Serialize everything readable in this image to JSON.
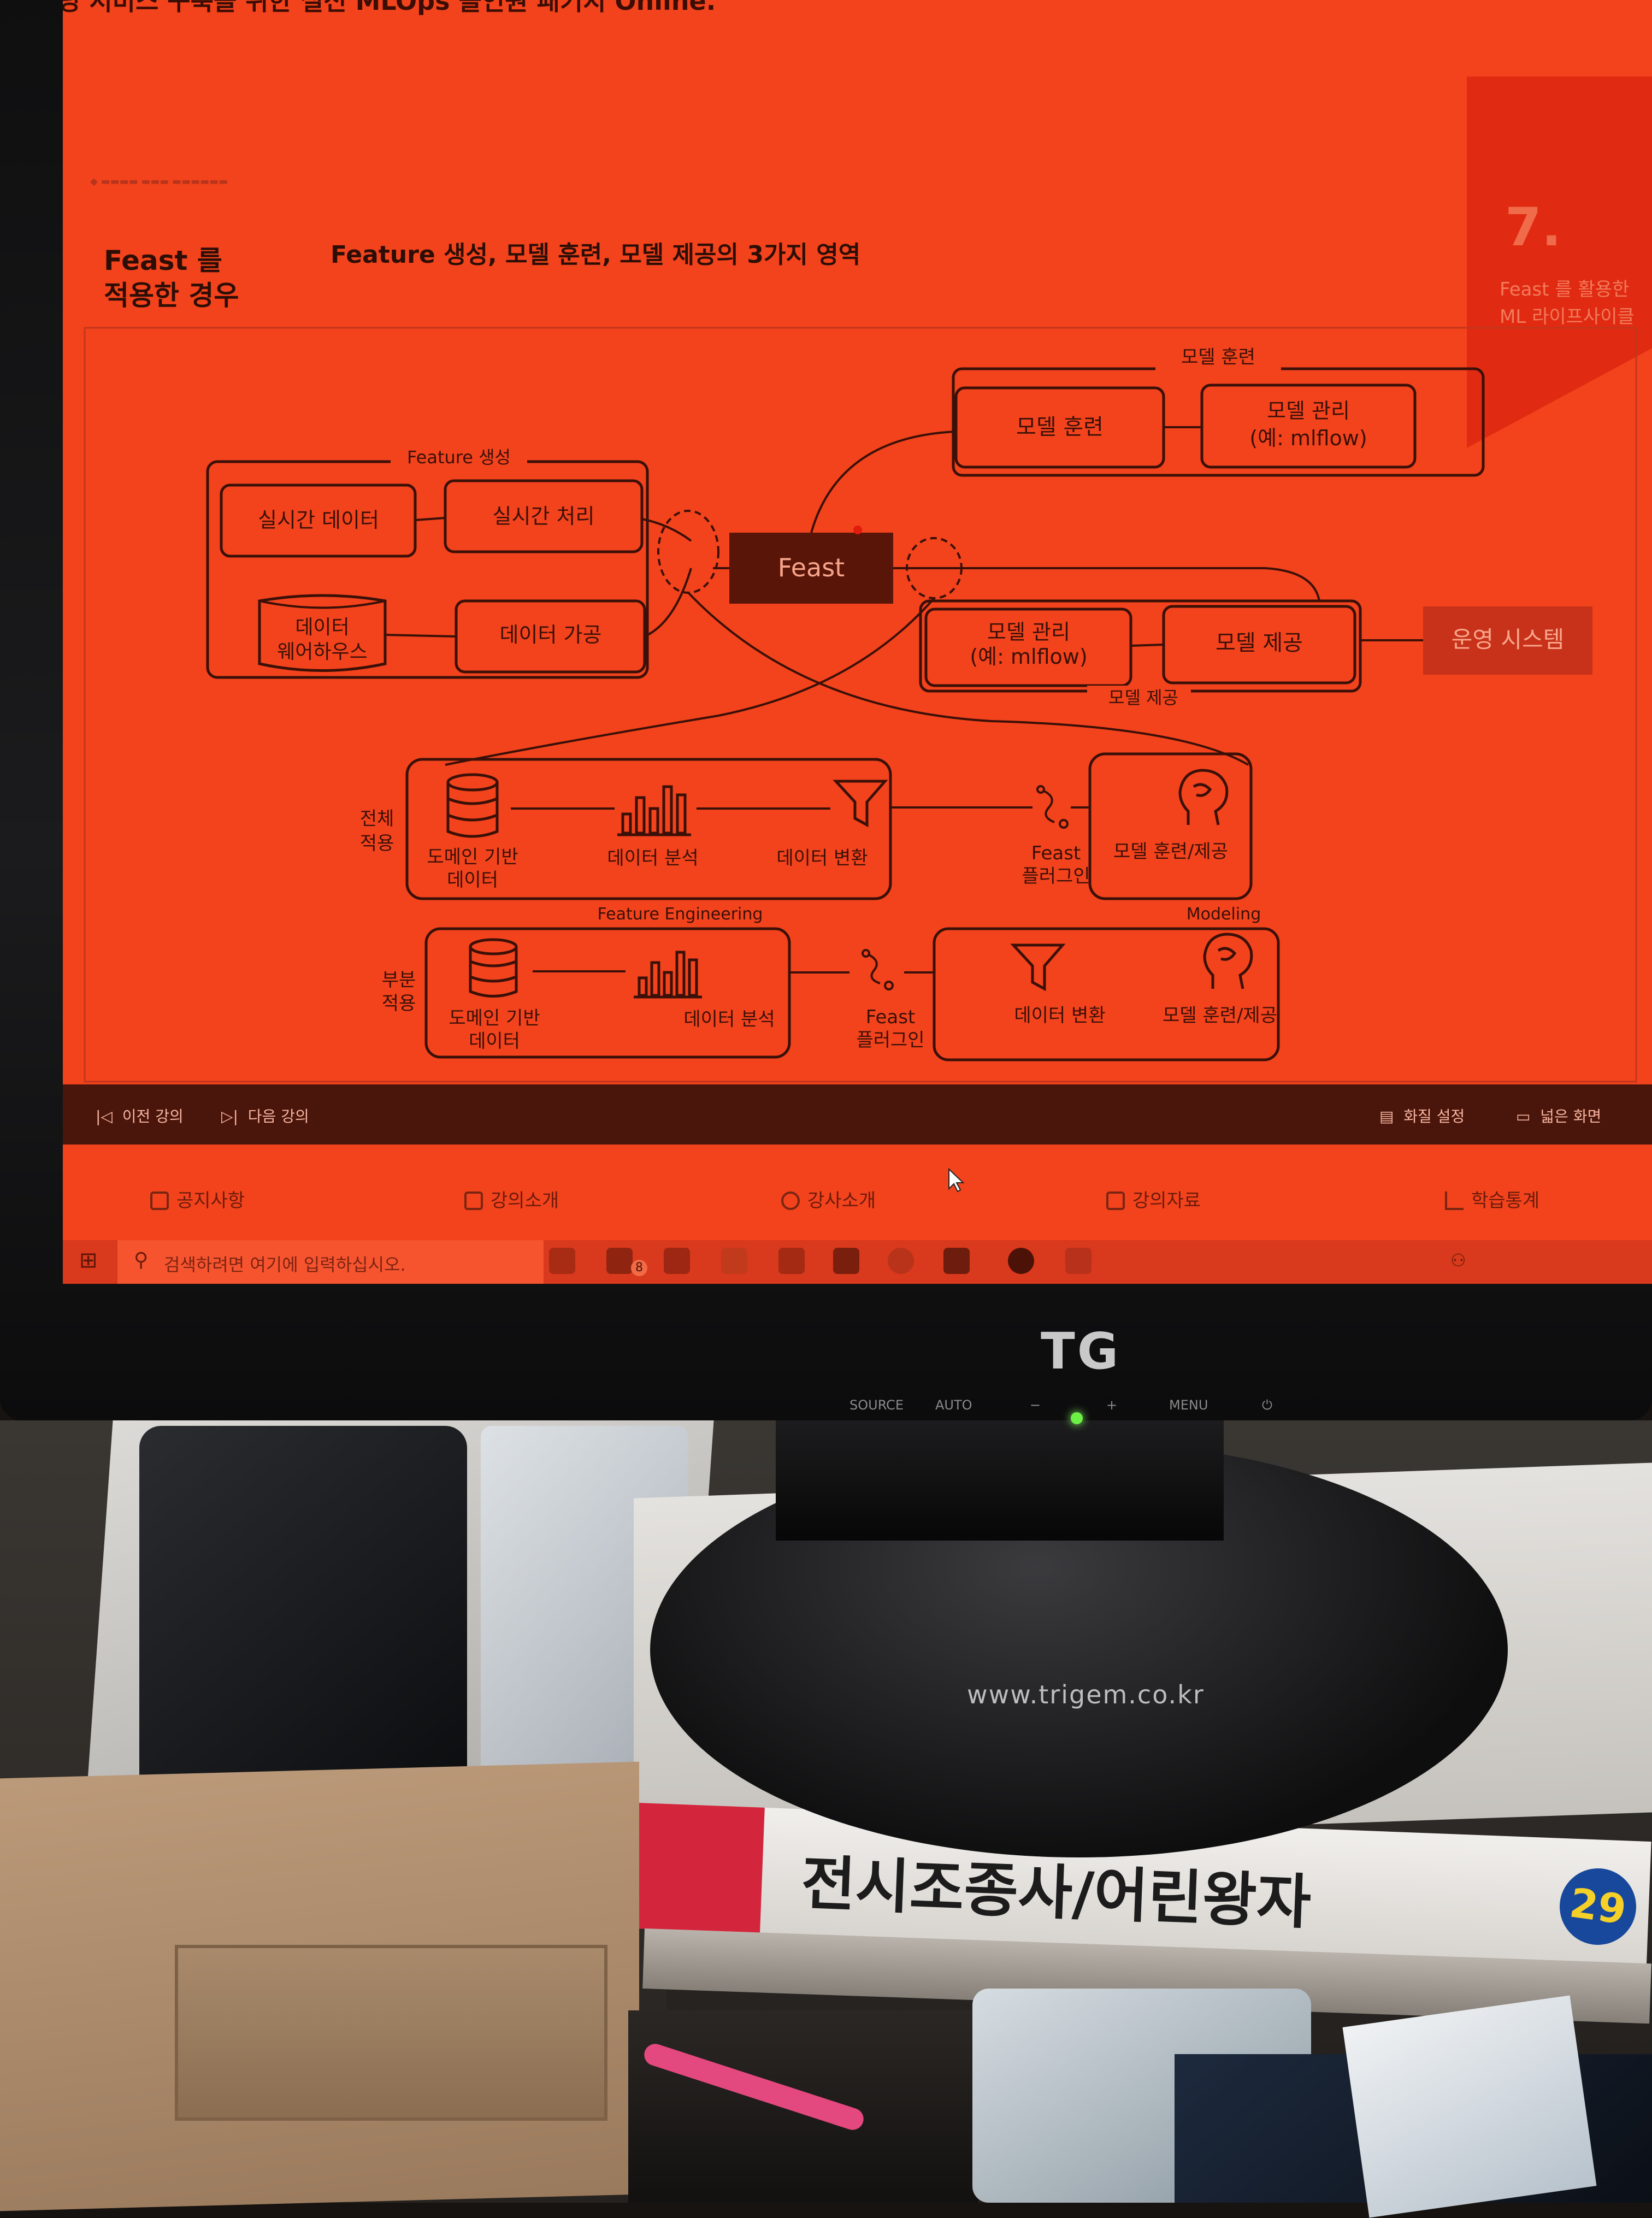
{
  "course_title": "닝 서비스 구축을 위한 실전 MLOps 올인원 패키지 Online.",
  "slide": {
    "heading_lines": [
      "Feast 를",
      "적용한 경우"
    ],
    "subtitle": "Feature 생성, 모델 훈련, 모델 제공의 3가지 영역",
    "section_number": "7.",
    "section_label_lines": [
      "Feast 를 활용한",
      "ML 라이프사이클"
    ]
  },
  "diagram": {
    "group_feature": "Feature 생성",
    "group_train": "모델 훈련",
    "group_serve": "모델 제공",
    "realtime_data": "실시간 데이터",
    "realtime_proc": "실시간 처리",
    "warehouse_lines": [
      "데이터",
      "웨어하우스"
    ],
    "data_proc": "데이터 가공",
    "feast": "Feast",
    "train_box": "모델 훈련",
    "mgmt_train_lines": [
      "모델 관리",
      "(예: mlflow)"
    ],
    "mgmt_serve_lines": [
      "모델 관리",
      "(예: mlflow)"
    ],
    "serve_box": "모델 제공",
    "ops_system": "운영 시스템",
    "full_label_lines": [
      "전체",
      "적용"
    ],
    "partial_label_lines": [
      "부분",
      "적용"
    ],
    "domain_data_lines": [
      "도메인 기반",
      "데이터"
    ],
    "data_analysis": "데이터 분석",
    "data_transform": "데이터 변환",
    "feast_plugin_lines": [
      "Feast",
      "플러그인"
    ],
    "train_serve": "모델 훈련/제공",
    "feature_engineering": "Feature Engineering",
    "modeling": "Modeling"
  },
  "lecture_bar": {
    "prev": "이전 강의",
    "next": "다음 강의",
    "quality": "화질 설정",
    "wide": "넓은 화면"
  },
  "tabs": [
    "공지사항",
    "강의소개",
    "강사소개",
    "강의자료",
    "학습통계"
  ],
  "taskbar": {
    "search_placeholder": "검색하려면 여기에 입력하십시오.",
    "mail_badge": "8"
  },
  "monitor": {
    "brand": "TG",
    "controls": [
      "SOURCE",
      "AUTO",
      "−",
      "+",
      "MENU",
      "⏻"
    ],
    "url": "www.trigem.co.kr"
  },
  "book": {
    "title": "전시조종사/어린왕자",
    "number": "29"
  },
  "colors": {
    "screen_tint": "#f2431c",
    "diagram_ink": "#3a1008",
    "feast_box": "#5a1509",
    "ops_box": "#c8321a"
  }
}
